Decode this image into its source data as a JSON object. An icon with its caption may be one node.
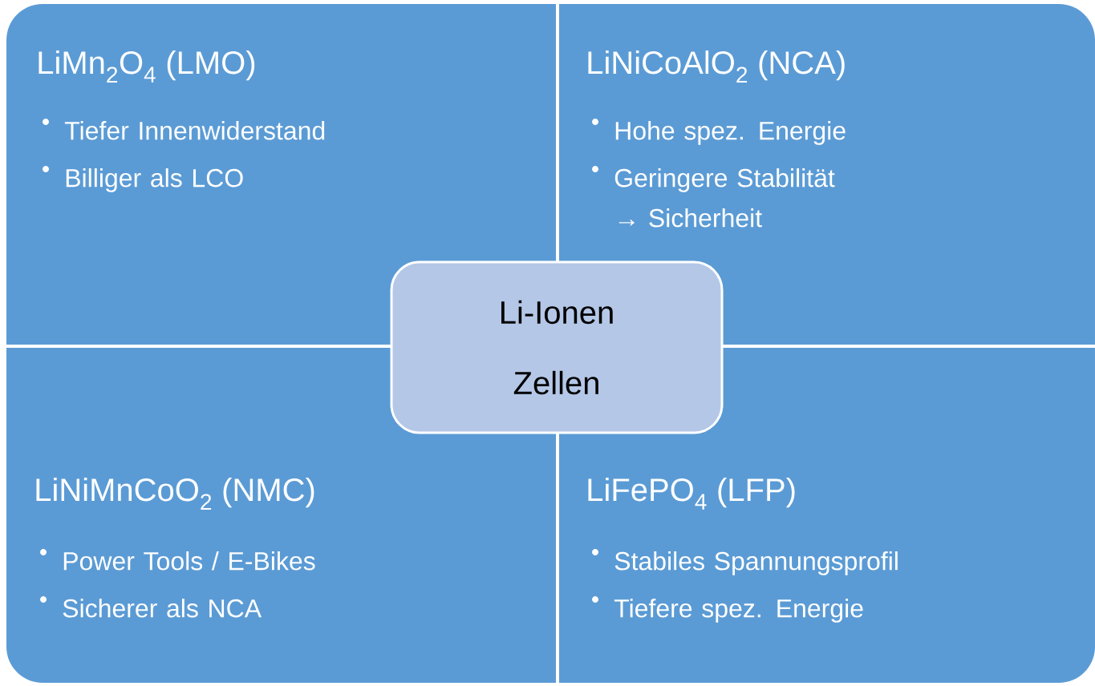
{
  "diagram": {
    "nodes": [
      {
        "text": [
          "LiMn$_{2}$O$_{4}$ (LMO)",
          "Tiefer Innenwiderstand",
          "Billiger als LCO"
        ]
      },
      {
        "text": [
          "LiNiCoAlO$_{2}$ (NCA)",
          "Hohe spez. Energie",
          "Geringere Stabilität → Sicherheit"
        ]
      },
      {
        "text": [
          "Li-Ionen Zellen"
        ]
      },
      {
        "text": [
          "LiNiMnCoO$_{2}$ (NMC)",
          "Power Tools / E-Bikes",
          "Sicherer als NCA"
        ]
      },
      {
        "text": [
          "LiFePO$_{4}$ (LFP)",
          "Stabiles Spannungsprofil",
          "Tiefere spez. Energie"
        ]
      }
    ],
    "edges": []
  }
}
